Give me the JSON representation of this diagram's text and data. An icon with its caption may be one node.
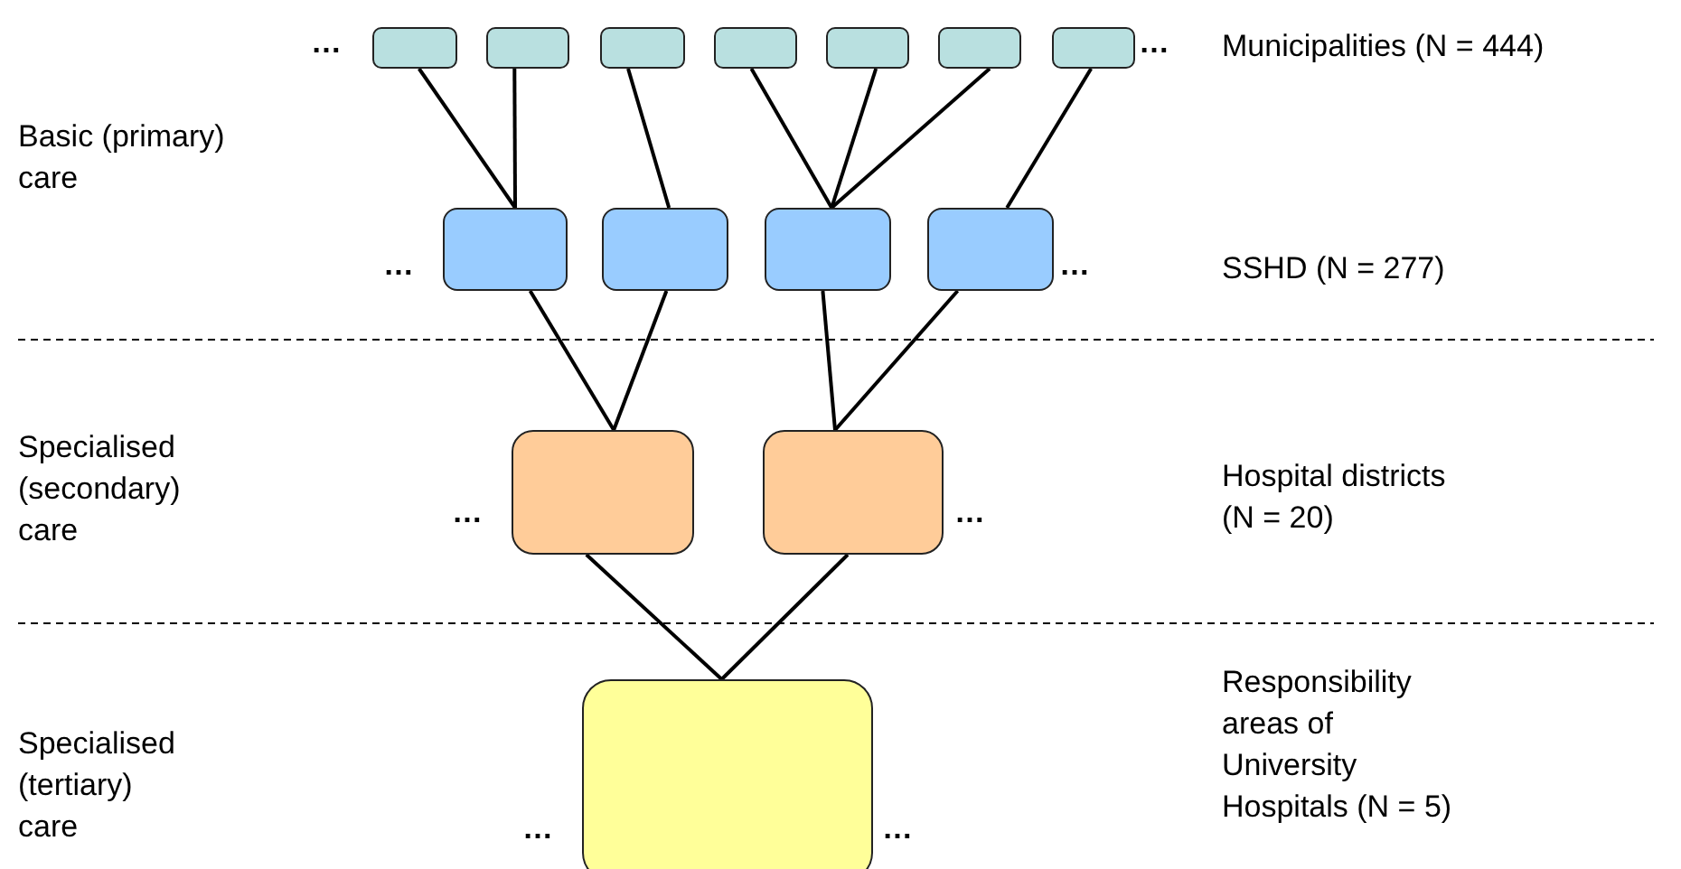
{
  "diagram": {
    "nodes": [
      {
        "text": [],
        "shape": "box"
      },
      {
        "text": [],
        "shape": "box"
      },
      {
        "text": [],
        "shape": "box"
      },
      {
        "text": [],
        "shape": "box"
      },
      {
        "text": [],
        "shape": "box"
      },
      {
        "text": [],
        "shape": "box"
      },
      {
        "text": [],
        "shape": "box"
      },
      {
        "text": [],
        "shape": "box"
      },
      {
        "text": [],
        "shape": "box"
      },
      {
        "text": [],
        "shape": "box"
      },
      {
        "text": [],
        "shape": "box"
      },
      {
        "text": [],
        "shape": "box"
      },
      {
        "text": [],
        "shape": "box"
      },
      {
        "text": [],
        "shape": "box"
      }
    ],
    "edges": [
      {
        "from": 0,
        "to": 7,
        "arrow": "none"
      },
      {
        "from": 1,
        "to": 7,
        "arrow": "none"
      },
      {
        "from": 2,
        "to": 8,
        "arrow": "none"
      },
      {
        "from": 3,
        "to": 9,
        "arrow": "none"
      },
      {
        "from": 4,
        "to": 9,
        "arrow": "none"
      },
      {
        "from": 5,
        "to": 9,
        "arrow": "none"
      },
      {
        "from": 6,
        "to": 10,
        "arrow": "none"
      },
      {
        "from": 7,
        "to": 11,
        "arrow": "none"
      },
      {
        "from": 8,
        "to": 11,
        "arrow": "none"
      },
      {
        "from": 9,
        "to": 12,
        "arrow": "none"
      },
      {
        "from": 10,
        "to": 12,
        "arrow": "none"
      },
      {
        "from": 11,
        "to": 13,
        "arrow": "none"
      },
      {
        "from": 12,
        "to": 13,
        "arrow": "none"
      }
    ],
    "labels": [
      "…",
      "…",
      "Municipalities (N = 444)",
      "Basic (primary) care",
      "…",
      "…",
      "SSHD (N = 277)",
      "Specialised (secondary) care",
      "Hospital districts (N = 20)",
      "…",
      "…",
      "Responsibility areas of University Hospitals (N = 5)",
      "Specialised (tertiary) care",
      "…",
      "…"
    ]
  }
}
